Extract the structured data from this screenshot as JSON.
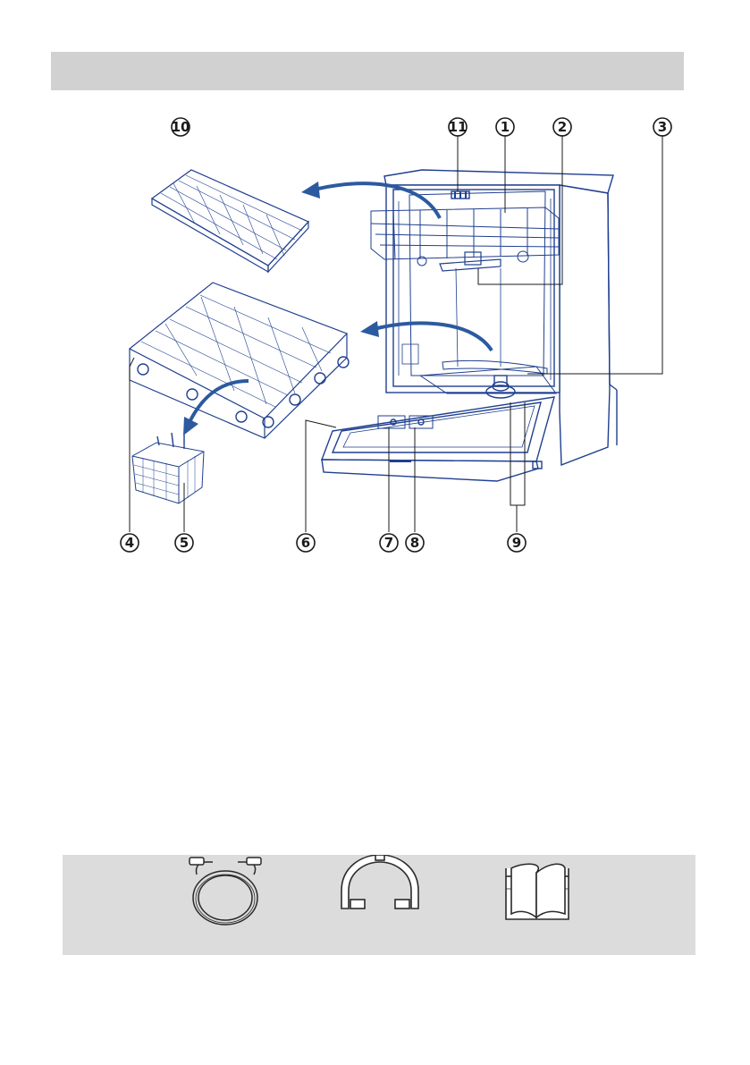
{
  "header": {
    "bar_color": "#d1d1d1"
  },
  "diagram": {
    "line_color": "#1f3f8f",
    "arrow_color": "#2c5aa0",
    "callouts": [
      {
        "id": "10",
        "label": "10"
      },
      {
        "id": "11",
        "label": "11"
      },
      {
        "id": "1",
        "label": "1"
      },
      {
        "id": "2",
        "label": "2"
      },
      {
        "id": "3",
        "label": "3"
      },
      {
        "id": "4",
        "label": "4"
      },
      {
        "id": "5",
        "label": "5"
      },
      {
        "id": "6",
        "label": "6"
      },
      {
        "id": "7",
        "label": "7"
      },
      {
        "id": "8",
        "label": "8"
      },
      {
        "id": "9",
        "label": "9"
      }
    ]
  },
  "accessories": {
    "bar_color": "#dcdcdc",
    "items": [
      {
        "icon": "water-hose-icon"
      },
      {
        "icon": "hose-clip-icon"
      },
      {
        "icon": "manual-book-icon"
      }
    ]
  }
}
